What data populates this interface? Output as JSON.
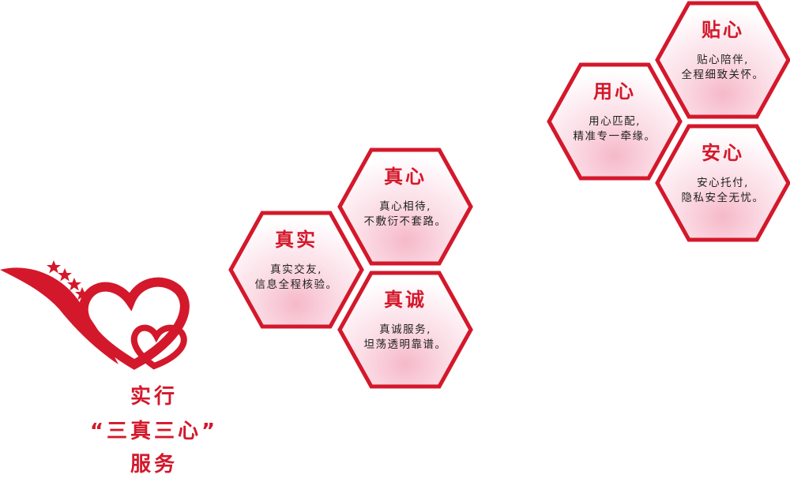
{
  "colors": {
    "accent": "#d4182b",
    "petal_pink": "#f7c9d6",
    "text": "#222222"
  },
  "hexagons": [
    {
      "title": "真实",
      "line1": "真实交友,",
      "line2": "信息全程核验。"
    },
    {
      "title": "真心",
      "line1": "真心相待,",
      "line2": "不敷衍不套路。"
    },
    {
      "title": "真诚",
      "line1": "真诚服务,",
      "line2": "坦荡透明靠谱。"
    },
    {
      "title": "用心",
      "line1": "用心匹配,",
      "line2": "精准专一牵缘。"
    },
    {
      "title": "贴心",
      "line1": "贴心陪伴,",
      "line2": "全程细致关怀。"
    },
    {
      "title": "安心",
      "line1": "安心托付,",
      "line2": "隐私安全无忧。"
    }
  ],
  "slogan": {
    "line1": "实行",
    "line2": "“三真三心”",
    "line3": "服务"
  },
  "logo": {
    "icon": "heart-ribbon-logo-icon",
    "stars": 4
  }
}
